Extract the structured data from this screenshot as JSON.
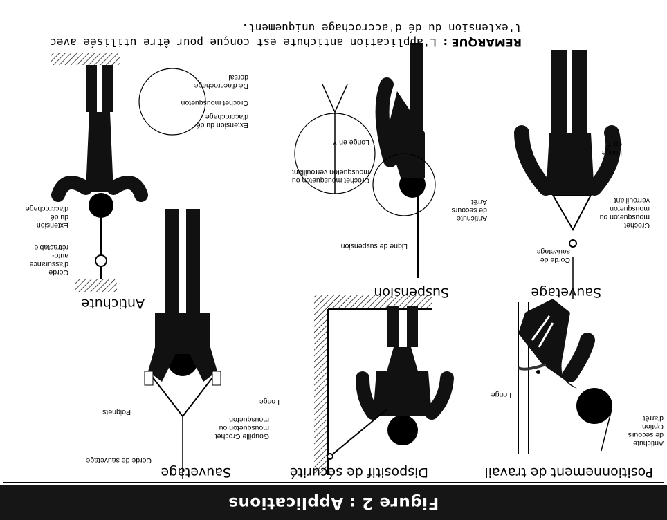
{
  "figure_title": "Figure 2 : Applications",
  "panels": {
    "positioning": {
      "title": "Positionnement de travail",
      "labels": {
        "lanyard": "Longe",
        "fall_arrest": "Antichute\nde secours\nOption\nd'arrêt"
      }
    },
    "restraint": {
      "title": "Dispositif de sécurité",
      "labels": {
        "lanyard": "Longe"
      }
    },
    "rescue_bar": {
      "title": "Sauvetage",
      "labels": {
        "rescue_rope": "Corde de sauvetage",
        "pin_snaphook": "Goupille Crochet\nmousqueton ou\nmousqueton",
        "handles": "Poignets"
      }
    },
    "rescue": {
      "title": "Sauvetage",
      "labels": {
        "rescue_rope": "Corde de\nsauvetage",
        "snaphook": "Crochet\nmousqueton ou\nmousqueton\nverrouillant",
        "y_lanyard": "Longe\nen Y"
      }
    },
    "suspension": {
      "title": "Suspension",
      "labels": {
        "suspension_line": "Ligne de suspension",
        "fall_arrest": "Antichute\nde secours\nArrêt",
        "snaphook": "Crochet mousqueton ou\nmousqueton verrouillant",
        "y_lanyard": "Longe en Y"
      }
    },
    "fall_arrest": {
      "title": "Antichute",
      "labels": {
        "lifeline": "Corde\nd'assurance\nauto-\nrétractable",
        "d_ring_ext": "Extension\ndu dé\nd'accrochage",
        "d_ring_ext_detail": "Extension du dé\nd'accrochage",
        "snaphook": "Crochet mousqueton",
        "dorsal_d_ring": "Dé d'accrochage\ndorsal"
      }
    }
  },
  "note": {
    "prefix": "REMARQUE :",
    "text": "L'application antichute est conçue pour être utilisée avec l'extension du dé d'accrochage uniquement."
  }
}
